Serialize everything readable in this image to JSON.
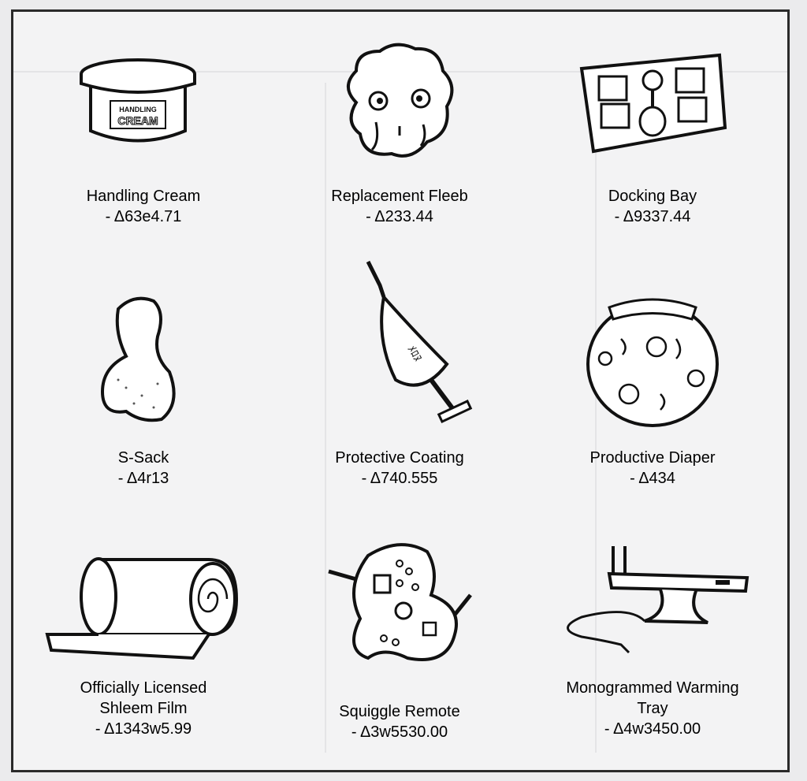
{
  "items": [
    {
      "name": "Handling Cream",
      "price": "- Δ63e4.71",
      "icon": "cream-jar-icon",
      "jar_label": "HANDLING CREAM"
    },
    {
      "name": "Replacement Fleeb",
      "price": "- Δ233.44",
      "icon": "fleeb-icon"
    },
    {
      "name": "Docking Bay",
      "price": "- Δ9337.44",
      "icon": "docking-bay-icon"
    },
    {
      "name": "S-Sack",
      "price": "- Δ4r13",
      "icon": "s-sack-icon"
    },
    {
      "name": "Protective Coating",
      "price": "- Δ740.555",
      "icon": "protective-coating-icon"
    },
    {
      "name": "Productive Diaper",
      "price": "- Δ434",
      "icon": "diaper-icon"
    },
    {
      "name": "Officially Licensed Shleem Film",
      "name_line1": "Officially Licensed",
      "name_line2": "Shleem Film",
      "price": "- Δ1343w5.99",
      "icon": "shleem-film-roll-icon"
    },
    {
      "name": "Squiggle Remote",
      "price": "- Δ3w5530.00",
      "icon": "squiggle-remote-icon"
    },
    {
      "name": "Monogrammed Warming Tray",
      "name_line1": "Monogrammed Warming",
      "name_line2": "Tray",
      "price": "- Δ4w3450.00",
      "icon": "warming-tray-icon"
    }
  ]
}
